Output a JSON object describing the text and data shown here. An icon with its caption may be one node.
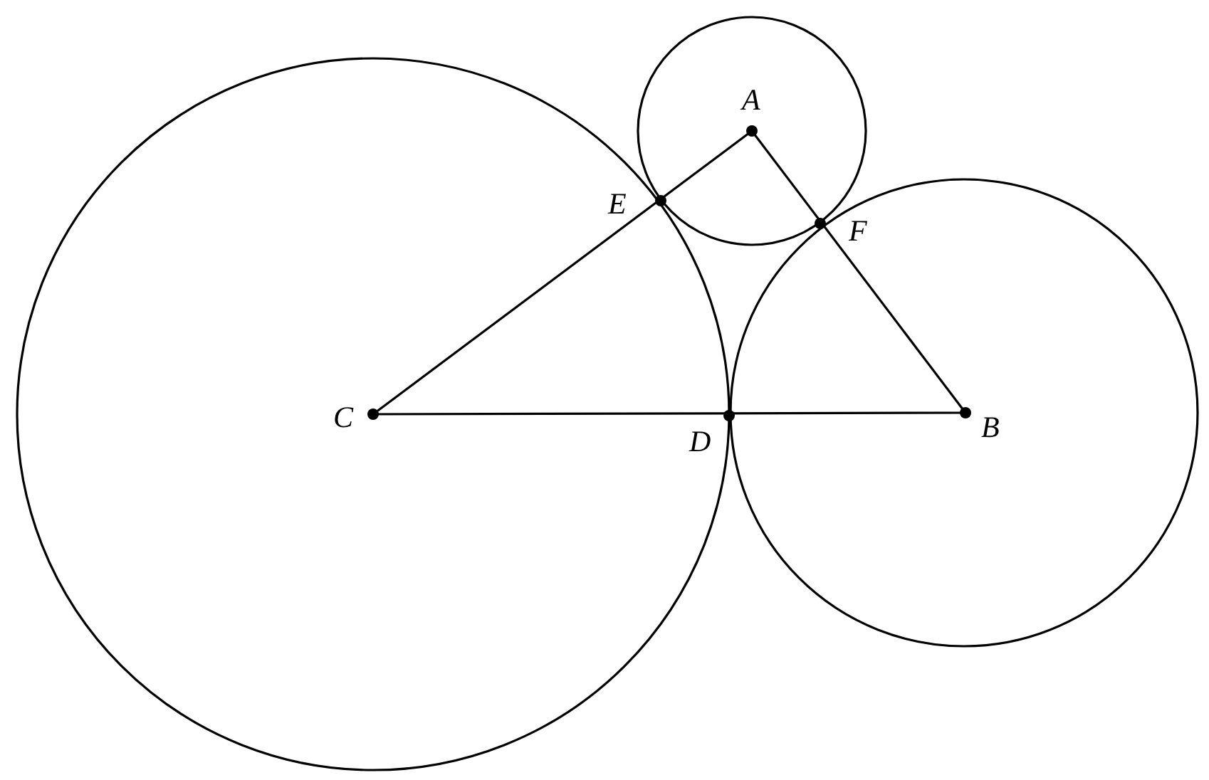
{
  "diagram": {
    "labels": [
      "A",
      "E",
      "F",
      "C",
      "D",
      "B"
    ]
  }
}
